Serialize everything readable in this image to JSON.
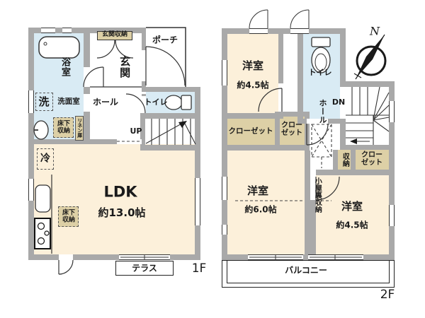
{
  "meta": {
    "type": "floor-plan",
    "colors": {
      "wall": "#a9a9a9",
      "room_cream": "#fcf0da",
      "wet_blue": "#d9ebf4",
      "closet_tan": "#ddd0a6",
      "line": "#333333"
    }
  },
  "compass": {
    "north": "N"
  },
  "floor1": {
    "label": "1F",
    "rooms": {
      "bath": "浴室",
      "washer": "洗",
      "washroom": "洗面室",
      "underfloor_storage_1": "床下収納",
      "linen": "リネン庫",
      "fridge": "冷",
      "hall": "ホール",
      "entrance": "玄関",
      "entrance_storage": "玄関収納",
      "porch": "ポーチ",
      "toilet": "トイレ",
      "stairs_up": "UP",
      "ldk_name": "LDK",
      "ldk_size": "約13.0帖",
      "underfloor_storage_2": "床下収納",
      "terrace": "テラス"
    }
  },
  "floor2": {
    "label": "2F",
    "rooms": {
      "bedroom_nw_name": "洋室",
      "bedroom_nw_size": "約4.5帖",
      "toilet": "トイレ",
      "stairs_down": "DN",
      "hall": "ホール",
      "closet_nw": "クローゼット",
      "closet_small": "クローゼット",
      "attic_storage": "小屋裏収納",
      "storage": "収納",
      "closet_se": "クローゼット",
      "bedroom_sw_name": "洋室",
      "bedroom_sw_size": "約6.0帖",
      "bedroom_se_name": "洋室",
      "bedroom_se_size": "約4.5帖",
      "balcony": "バルコニー"
    }
  }
}
